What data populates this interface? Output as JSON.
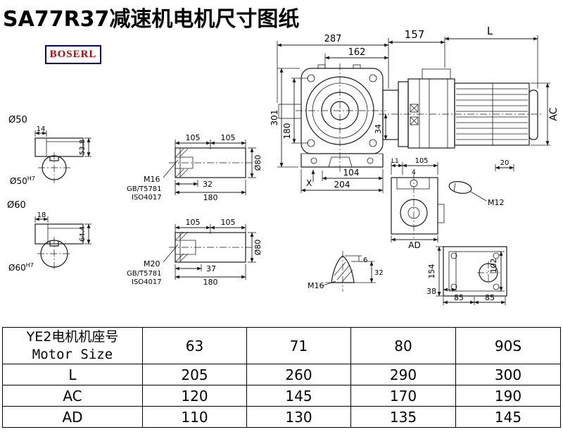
{
  "page": {
    "title": "SA77R37减速机电机尺寸图纸",
    "logo": "BOSERL"
  },
  "labels": {
    "d287": "287",
    "d162": "162",
    "d157": "157",
    "dL": "L",
    "d301": "301",
    "d180v": "180",
    "d34": "34",
    "dX": "X",
    "d104": "104",
    "d204": "204",
    "dAC": "AC",
    "d50": "Ø50",
    "d50h7": "Ø50",
    "d60": "Ø60",
    "d60h7": "Ø60",
    "h7": "H7",
    "d14": "14",
    "d538": "53.8",
    "d18": "18",
    "d644": "64.4",
    "d105": "105",
    "m16": "M16",
    "d32": "32",
    "gb": "GB/T5781",
    "iso": "ISO4017",
    "d180s": "180",
    "d80": "Ø80",
    "m20": "M20",
    "d37": "37",
    "L1": "L1",
    "d4": "4",
    "d20": "20",
    "m12": "M12",
    "AD": "AD",
    "d154": "154",
    "d102": "102",
    "d38": "38",
    "d85": "85",
    "d6": "6",
    "d32c": "32",
    "m16b": "M16"
  },
  "table": {
    "motor_label_cn": "YE2电机机座号",
    "motor_label_en": "Motor Size",
    "sizes": [
      "63",
      "71",
      "80",
      "90S"
    ],
    "rows": [
      {
        "label": "L",
        "values": [
          "205",
          "260",
          "290",
          "300"
        ]
      },
      {
        "label": "AC",
        "values": [
          "120",
          "145",
          "170",
          "190"
        ]
      },
      {
        "label": "AD",
        "values": [
          "110",
          "130",
          "135",
          "145"
        ]
      }
    ]
  }
}
